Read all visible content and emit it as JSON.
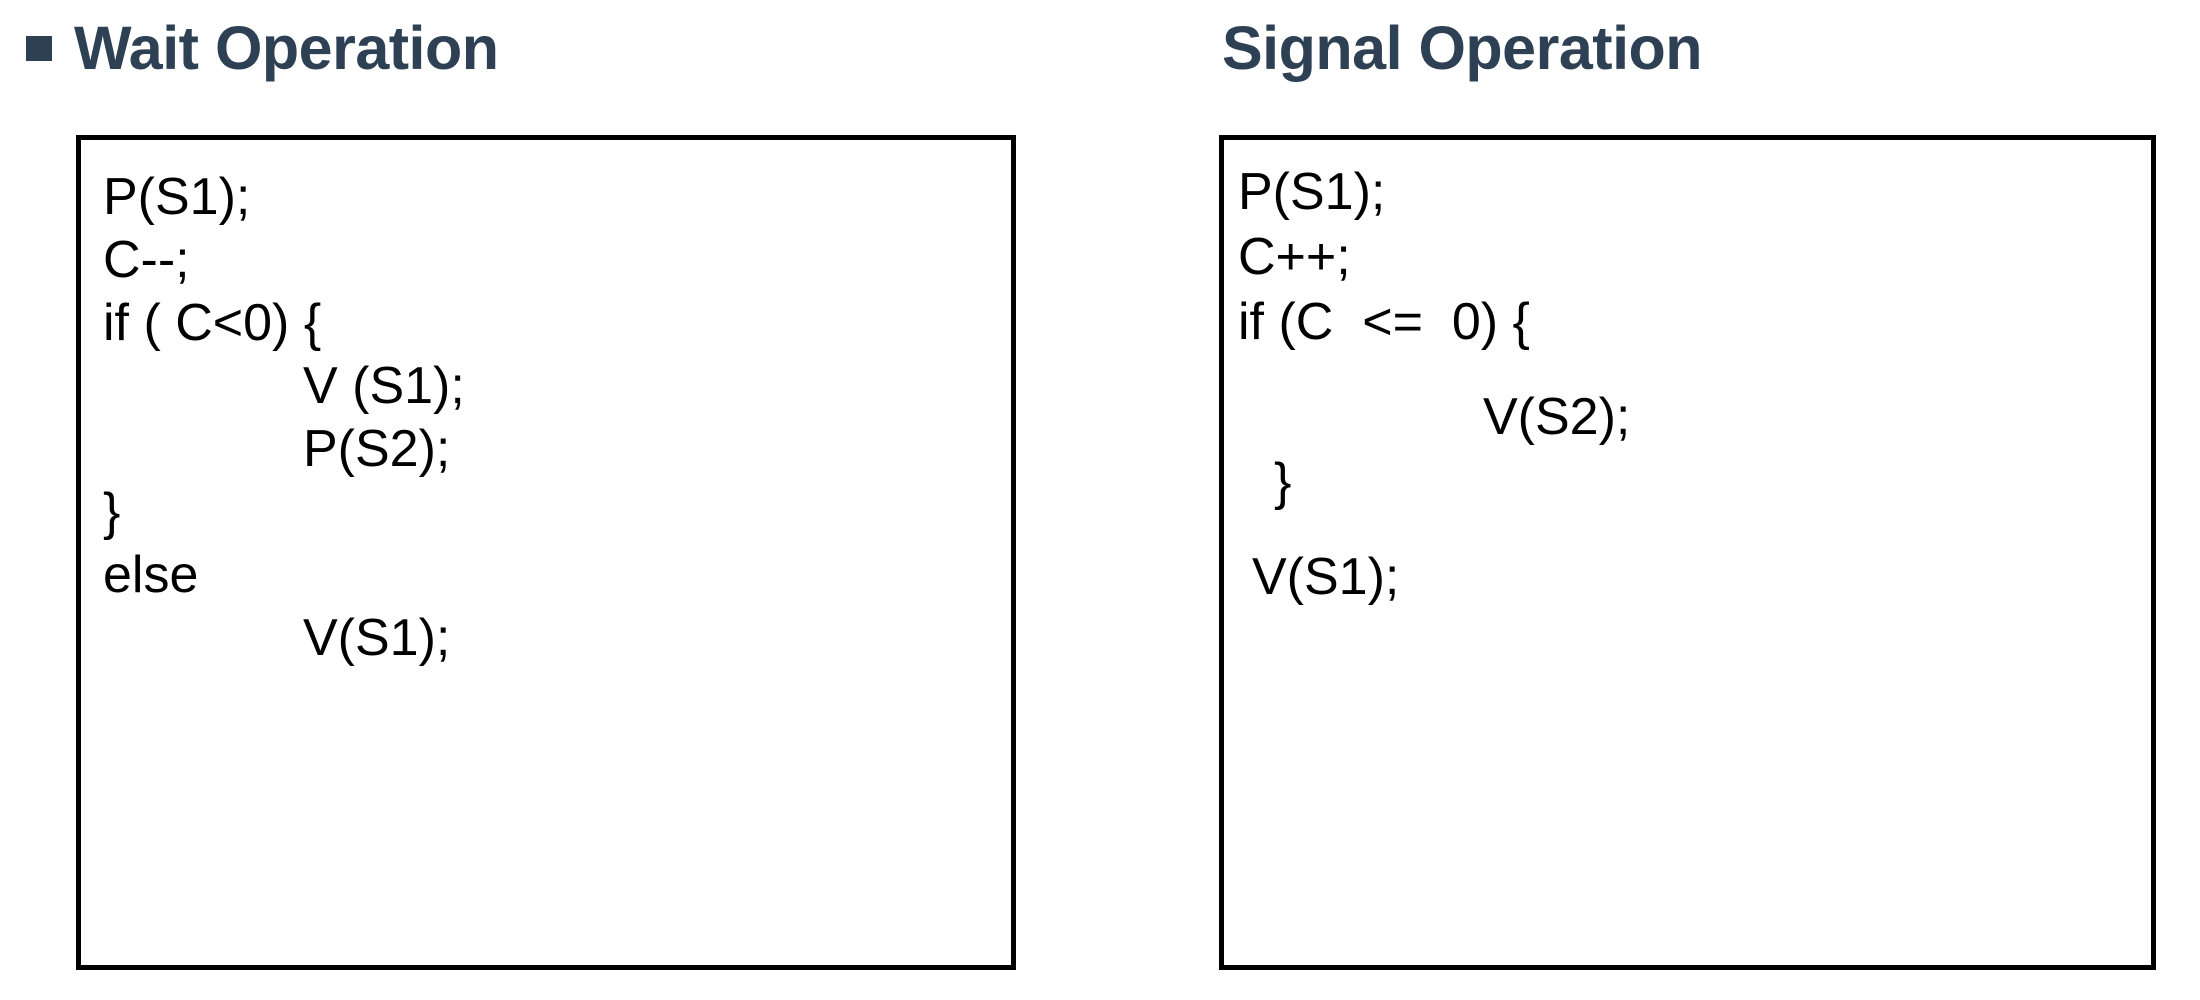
{
  "slide": {
    "background_color": "#ffffff",
    "heading_color": "#2e4053",
    "code_color": "#000000",
    "border_color": "#000000"
  },
  "left_column": {
    "bullet": "square-bullet",
    "heading": "Wait Operation",
    "code_lines": [
      {
        "text": "P(S1);",
        "indent": 0
      },
      {
        "text": "C--;",
        "indent": 0
      },
      {
        "text": "if ( C<0) {",
        "indent": 0
      },
      {
        "text": "V (S1);",
        "indent": 4
      },
      {
        "text": "P(S2);",
        "indent": 4
      },
      {
        "text": "}",
        "indent": 0
      },
      {
        "text": "else",
        "indent": 0
      },
      {
        "text": "V(S1);",
        "indent": 4
      }
    ]
  },
  "right_column": {
    "heading": "Signal Operation",
    "code_lines": [
      {
        "text": "P(S1);",
        "indent": 0
      },
      {
        "text": "C++;",
        "indent": 0
      },
      {
        "text": "if (C  <=  0) {",
        "indent": 0
      },
      {
        "text": "",
        "indent": 0
      },
      {
        "text": "V(S2);",
        "indent": 5
      },
      {
        "text": "}",
        "indent": 2
      },
      {
        "text": "",
        "indent": 0
      },
      {
        "text": "V(S1);",
        "indent": 1
      }
    ]
  }
}
